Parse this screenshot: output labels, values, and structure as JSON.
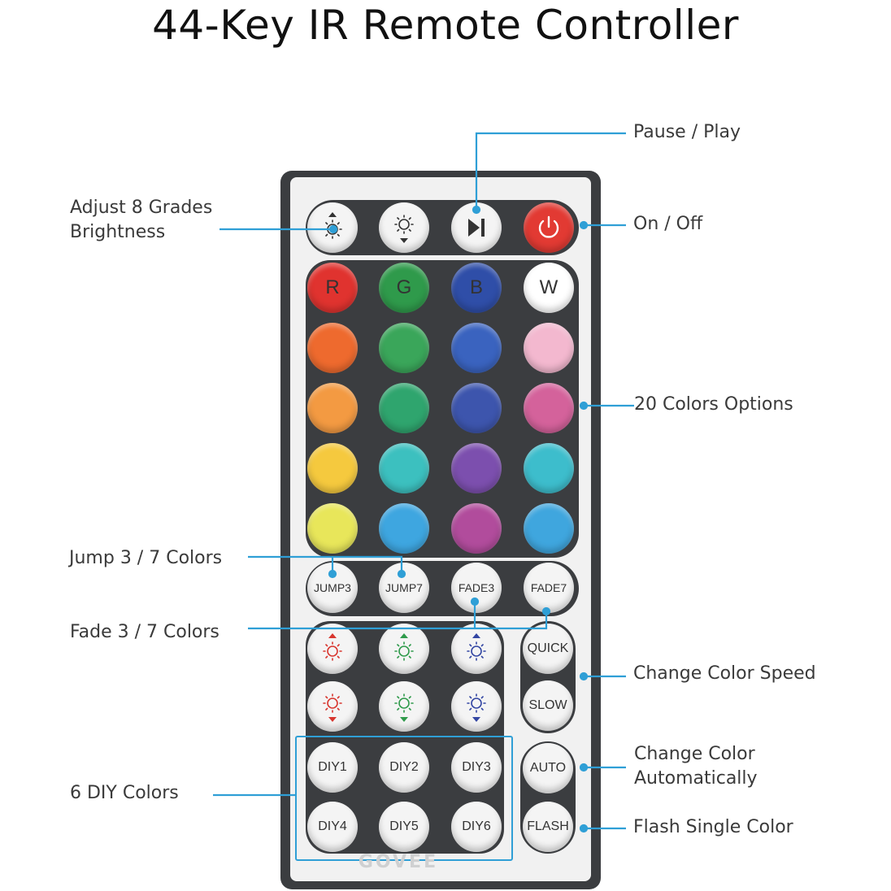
{
  "title": "44-Key IR Remote Controller",
  "brand": "GOVEE",
  "colors": {
    "accent": "#2f9fd6",
    "body": "#3b3d40",
    "face": "#f1f1f1",
    "power": "#e23a33"
  },
  "callouts": {
    "pause_play": "Pause / Play",
    "on_off": "On / Off",
    "brightness": "Adjust 8 Grades\nBrightness",
    "colors_options": "20 Colors Options",
    "jump": "Jump 3 / 7 Colors",
    "fade": "Fade 3 / 7 Colors",
    "speed": "Change Color Speed",
    "auto": "Change Color\nAutomatically",
    "flash": "Flash Single Color",
    "diy": "6 DIY Colors"
  },
  "top_buttons": [
    {
      "icon": "brightness-up-icon"
    },
    {
      "icon": "brightness-down-icon"
    },
    {
      "icon": "play-pause-icon"
    },
    {
      "icon": "power-icon"
    }
  ],
  "color_labels": [
    "R",
    "G",
    "B",
    "W"
  ],
  "color_grid": [
    [
      "#e0332f",
      "#2f9a4b",
      "#2f4ea8",
      "#ffffff"
    ],
    [
      "#ee6a2e",
      "#3aa65a",
      "#3a63bf",
      "#f3b8cf"
    ],
    [
      "#f39a42",
      "#2fa56e",
      "#3d55ad",
      "#d4629b"
    ],
    [
      "#f5c93e",
      "#3cc0bf",
      "#7c4fae",
      "#3dbdcc"
    ],
    [
      "#e8e65a",
      "#3ea6e0",
      "#b14c9c",
      "#3fa6de"
    ]
  ],
  "mode_buttons": [
    "JUMP3",
    "JUMP7",
    "FADE3",
    "FADE7"
  ],
  "rgb_adjust_colors": [
    "#d8362f",
    "#2f9a4b",
    "#3346a3"
  ],
  "speed_buttons": [
    "QUICK",
    "SLOW"
  ],
  "side_buttons": [
    "AUTO",
    "FLASH"
  ],
  "diy_buttons": [
    "DIY1",
    "DIY2",
    "DIY3",
    "DIY4",
    "DIY5",
    "DIY6"
  ]
}
